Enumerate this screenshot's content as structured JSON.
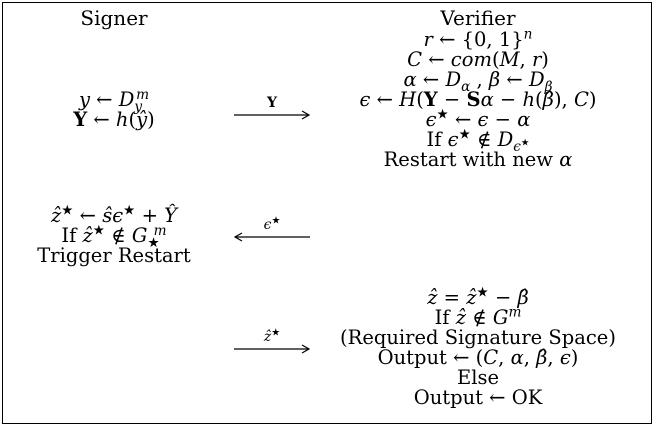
{
  "signer": {
    "title": "Signer",
    "step1": [
      "y ← D_y^m",
      "Y ← h(ŷ)"
    ],
    "step2": [
      "ẑ* ← ŝε* + Ŷ",
      "If ẑ* ∉ G_*^m",
      "Trigger Restart"
    ]
  },
  "verifier": {
    "title": "Verifier",
    "step1": [
      "r ← {0, 1}^n",
      "C ← com(M, r)",
      "α ← D_α , β ← D_β",
      "ε ← H(Y − Sα − h(β̂), C)",
      "ε* ← ε − α",
      "If ε* ∉ D_ε*",
      "Restart with new α"
    ],
    "step2": [
      "ẑ = ẑ* − β̂",
      "If ẑ ∉ G^m",
      "(Required Signature Space)",
      "Output ← (C, α, β̂, ε)",
      "Else",
      "Output ← OK"
    ]
  },
  "messages": [
    {
      "label": "Y",
      "direction": "right"
    },
    {
      "label": "ε*",
      "direction": "left"
    },
    {
      "label": "ẑ*",
      "direction": "right"
    }
  ]
}
